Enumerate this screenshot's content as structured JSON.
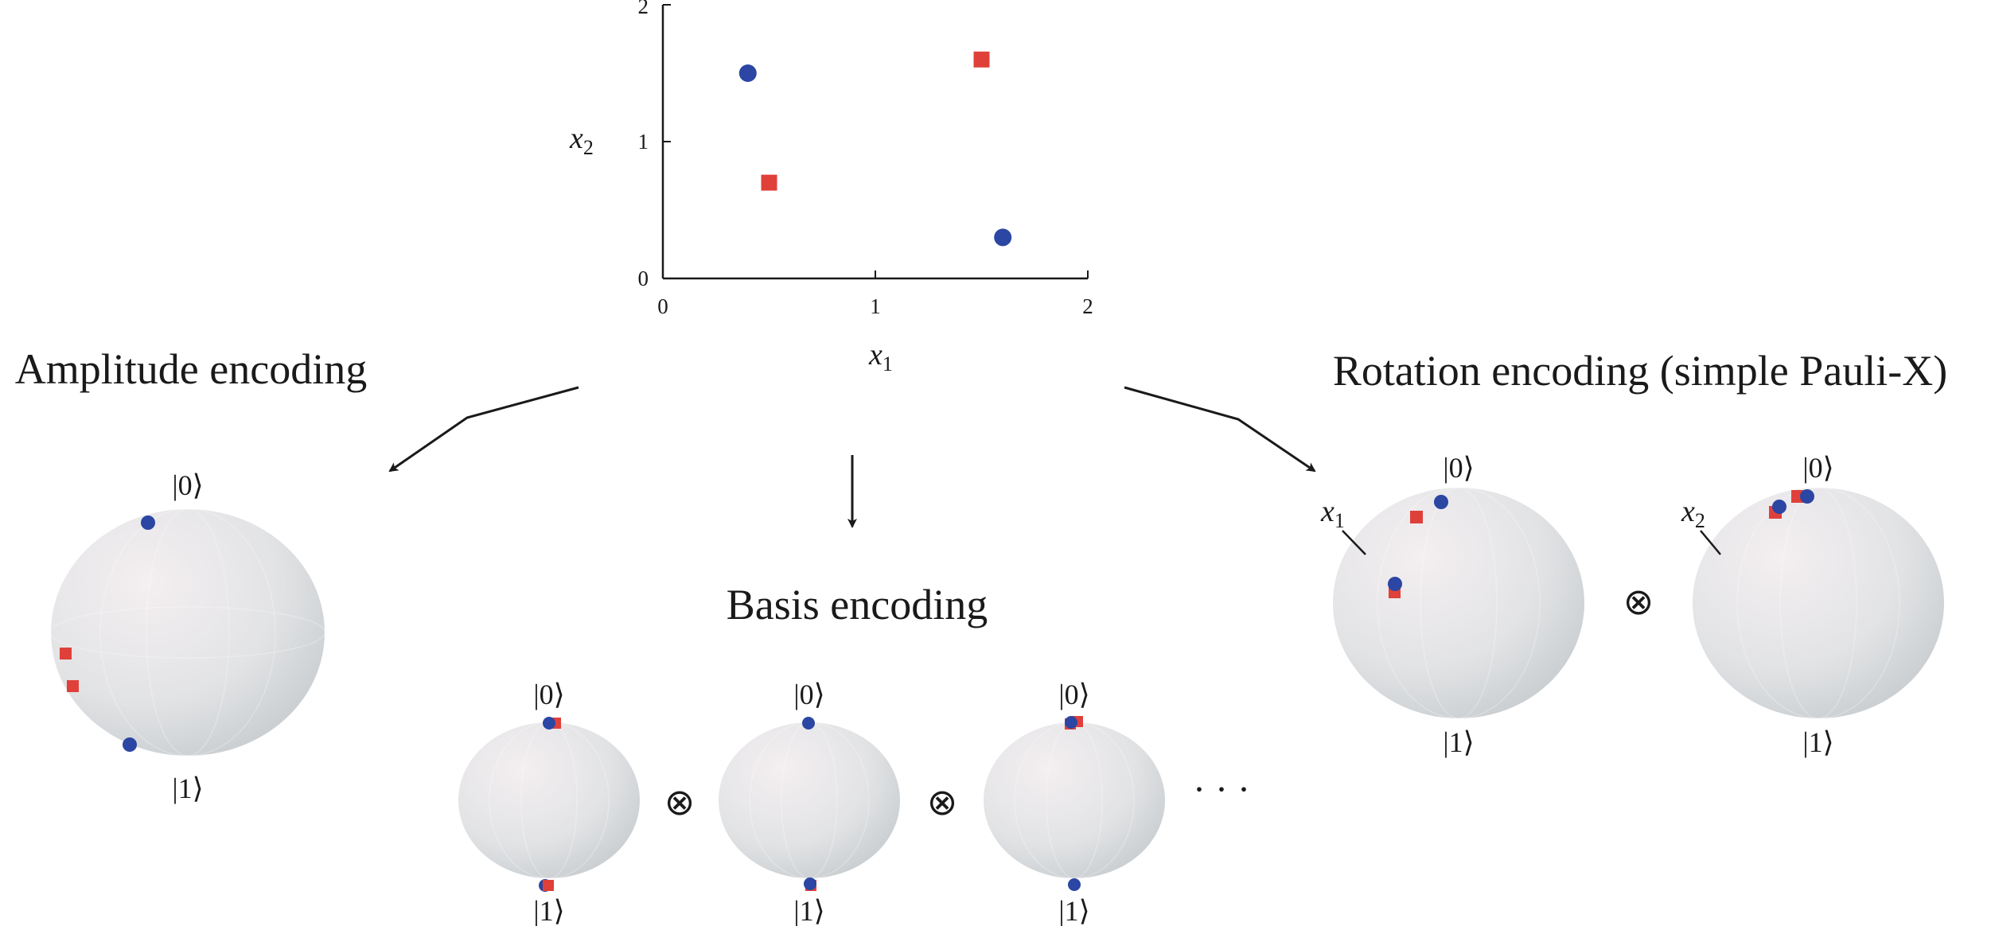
{
  "colors": {
    "circle_class": "#2b46a3",
    "square_class": "#e0403a",
    "sphere_light": "#f3eef0",
    "sphere_mid": "#dcdfe1",
    "sphere_dark": "#c5cacd",
    "text": "#1a1a1a",
    "arrow": "#1a1a1a"
  },
  "chart_data": {
    "type": "scatter",
    "xlabel": "x1",
    "ylabel": "x2",
    "xlim": [
      0,
      2
    ],
    "ylim": [
      0,
      2
    ],
    "xticks": [
      "0",
      "1",
      "2"
    ],
    "yticks": [
      "0",
      "1",
      "2"
    ],
    "grid": false,
    "series": [
      {
        "marker": "circle",
        "color": "#2b46a3",
        "points": [
          {
            "x": 0.4,
            "y": 1.5
          },
          {
            "x": 1.6,
            "y": 0.3
          }
        ]
      },
      {
        "marker": "square",
        "color": "#e0403a",
        "points": [
          {
            "x": 0.5,
            "y": 0.7
          },
          {
            "x": 1.5,
            "y": 1.6
          }
        ]
      }
    ]
  },
  "scatter_labels": {
    "x_main": "x",
    "x_sub": "1",
    "y_main": "x",
    "y_sub": "2"
  },
  "amplitude": {
    "title": "Amplitude encoding",
    "ket_top": "|0⟩",
    "ket_bottom": "|1⟩"
  },
  "basis": {
    "title": "Basis encoding",
    "kets_top": [
      "|0⟩",
      "|0⟩",
      "|0⟩"
    ],
    "kets_bottom": [
      "|1⟩",
      "|1⟩",
      "|1⟩"
    ],
    "tensor_symbols": [
      "⊗",
      "⊗"
    ],
    "ellipsis": "· · ·"
  },
  "rotation": {
    "title": "Rotation encoding (simple Pauli-X)",
    "kets_top": [
      "|0⟩",
      "|0⟩"
    ],
    "kets_bottom": [
      "|1⟩",
      "|1⟩"
    ],
    "tensor_symbol": "⊗",
    "qubit_labels": [
      {
        "main": "x",
        "sub": "1"
      },
      {
        "main": "x",
        "sub": "2"
      }
    ]
  }
}
